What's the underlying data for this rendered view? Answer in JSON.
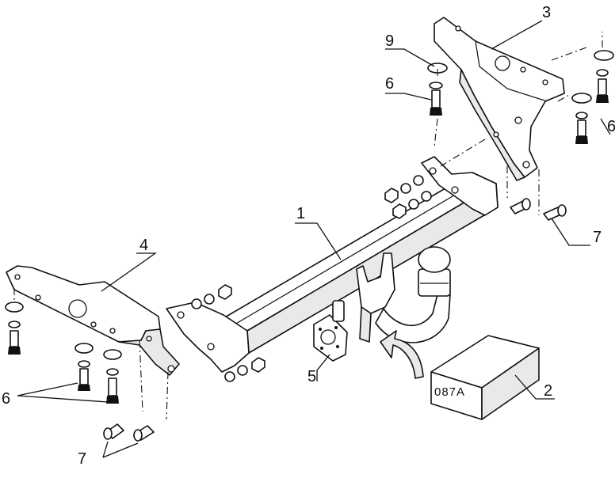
{
  "callouts": {
    "c1": "1",
    "c2": "2",
    "c3": "3",
    "c4": "4",
    "c5": "5",
    "c6_top": "6",
    "c6_right": "6",
    "c6_left": "6",
    "c7_right": "7",
    "c7_left": "7",
    "c9": "9"
  },
  "box_label": "087A",
  "colors": {
    "line": "#111111",
    "background": "#ffffff",
    "shade": "#e9e9e9"
  }
}
